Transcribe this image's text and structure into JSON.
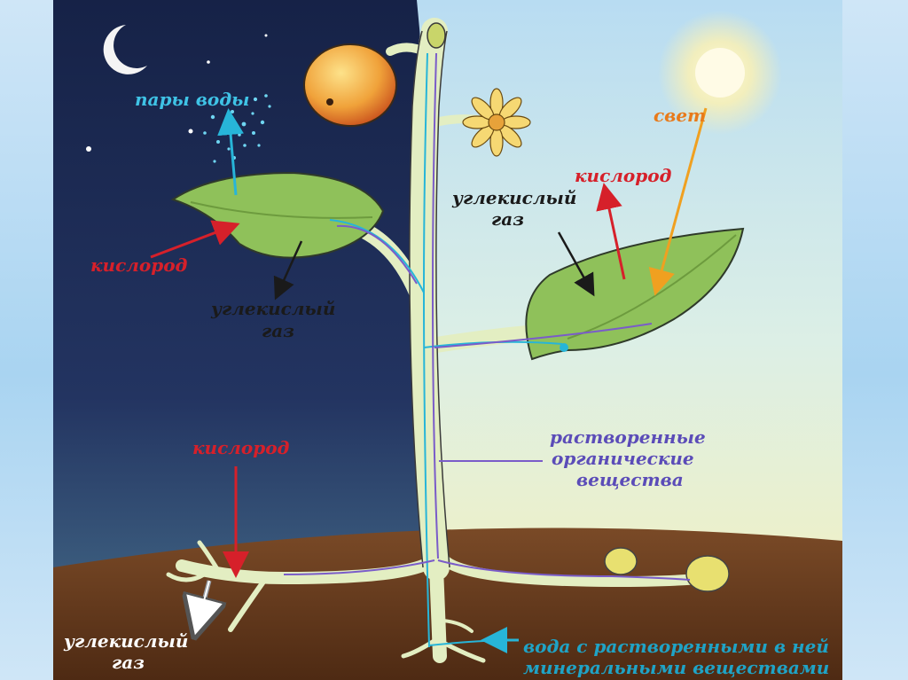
{
  "colors": {
    "night_sky": "#1d2b55",
    "day_sky": "#cfe8f3",
    "soil": "#6b3a1f",
    "leaf": "#8fc15a",
    "stem": "#e3eec2",
    "water_flow": "#1fa3c6",
    "organic_flow": "#7a5cc9",
    "oxygen": "#d6202a",
    "carbon_dioxide": "#1a1a1a",
    "light": "#f0a020"
  },
  "labels": {
    "water_vapor": "пары воды",
    "light": "свет",
    "oxygen_day_leaf": "кислород",
    "co2_day_leaf": "углекислый газ",
    "oxygen_night_leaf": "кислород",
    "co2_night_leaf": "углекислый газ",
    "oxygen_root": "кислород",
    "co2_root": "углекислый газ",
    "organic_matter": "растворенные органические вещества",
    "water_minerals": "вода с растворенными в ней минеральными веществами"
  }
}
